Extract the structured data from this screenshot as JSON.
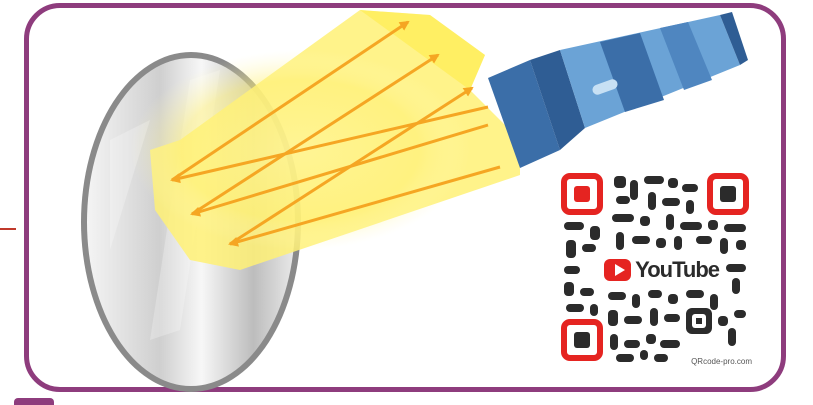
{
  "scene": {
    "mirror": "plane mirror (side view)",
    "source": "flashlight",
    "colors": {
      "frame": "#8e3c7d",
      "beam": "#fff176",
      "ray": "#f5a623",
      "flashlight_dark": "#3b6ea8",
      "flashlight_light": "#7fb3e0",
      "qr_marker": "#e52421"
    }
  },
  "qr": {
    "badge_text": "YouTube",
    "caption": "QRcode-pro.com"
  }
}
